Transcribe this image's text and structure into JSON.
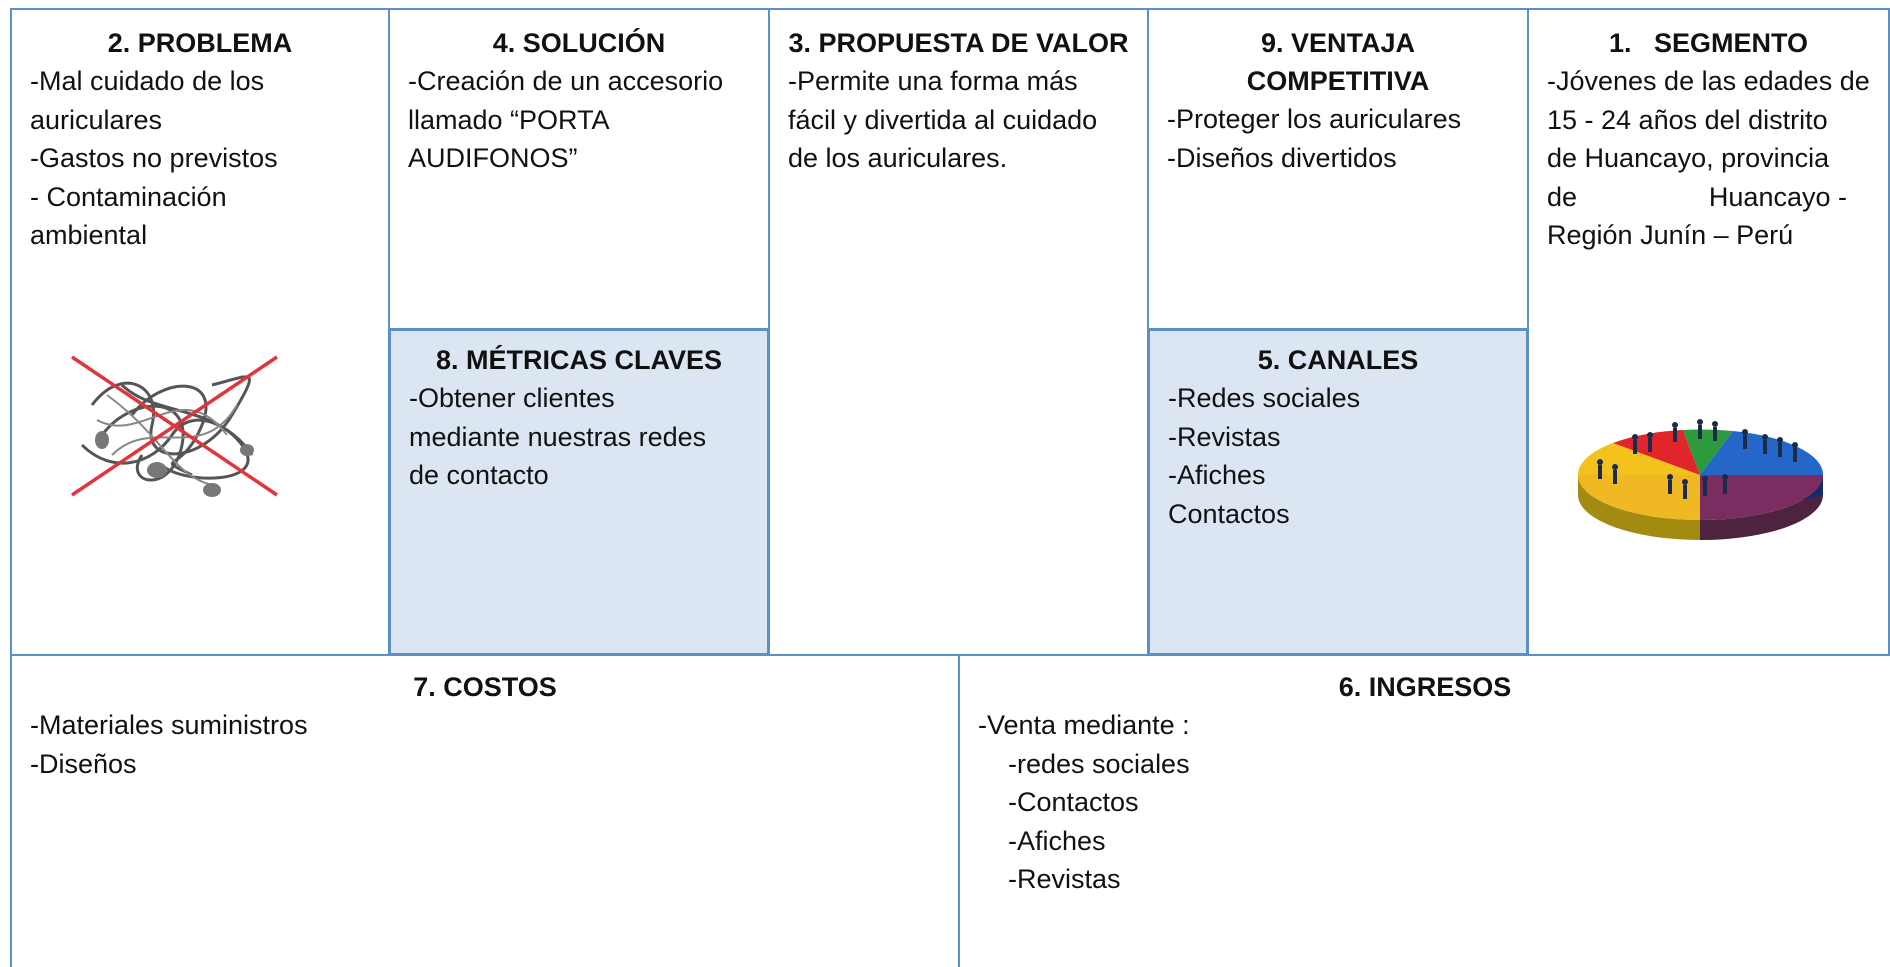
{
  "problema": {
    "title": "2. PROBLEMA",
    "lines": [
      "-Mal cuidado de los",
      "auriculares",
      "-Gastos no previstos",
      "- Contaminación",
      "ambiental"
    ],
    "image_icon": "tangled-headphones-crossed-out"
  },
  "solucion": {
    "title": "4. SOLUCIÓN",
    "lines": [
      "-Creación de un accesorio",
      "llamado “PORTA",
      "AUDIFONOS”"
    ]
  },
  "metricas": {
    "title": "8. MÉTRICAS CLAVES",
    "lines": [
      "-Obtener clientes",
      "mediante nuestras redes",
      "de contacto"
    ]
  },
  "propuesta": {
    "title": "3. PROPUESTA DE VALOR",
    "lines": [
      "-Permite una forma más",
      "fácil y divertida al cuidado",
      "de los auriculares."
    ]
  },
  "ventaja": {
    "title_line1": "9. VENTAJA",
    "title_line2": "COMPETITIVA",
    "lines": [
      "-Proteger los auriculares",
      "-Diseños divertidos"
    ]
  },
  "canales": {
    "title": "5. CANALES",
    "lines": [
      "-Redes sociales",
      "-Revistas",
      "-Afiches",
      "Contactos"
    ]
  },
  "segmento": {
    "title": "1.   SEGMENTO",
    "lines": [
      "-Jóvenes de las edades de",
      "15 - 24 años del distrito",
      "de Huancayo, provincia"
    ],
    "line4_left": "de",
    "line4_right": "Huancayo -",
    "line5": "Región Junín – Perú",
    "image_icon": "people-pie-chart"
  },
  "costos": {
    "title": "7. COSTOS",
    "lines": [
      "-Materiales suministros",
      "-Diseños"
    ]
  },
  "ingresos": {
    "title": "6. INGRESOS",
    "lead": "-Venta mediante :",
    "items": [
      "-redes sociales",
      "-Contactos",
      "-Afiches",
      "-Revistas"
    ]
  },
  "colors": {
    "border": "#5b8fc8",
    "shaded": "#dce6f2"
  }
}
